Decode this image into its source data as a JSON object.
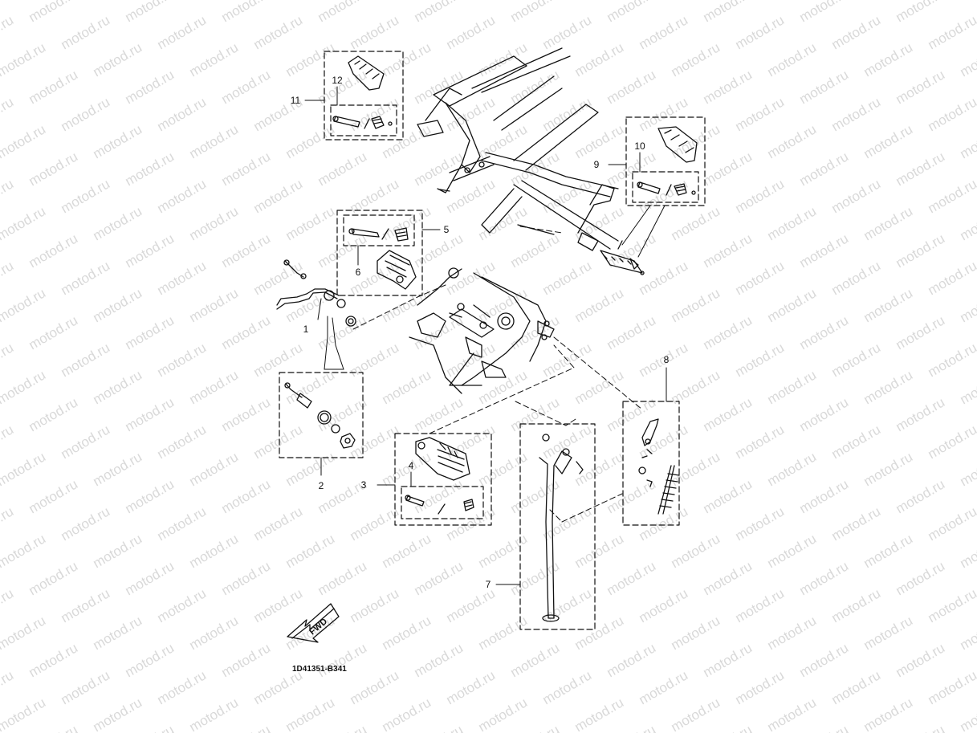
{
  "watermark": {
    "text": "motod.ru",
    "color": "#d9d9d9"
  },
  "callouts": {
    "c1": "1",
    "c2": "2",
    "c3": "3",
    "c4": "4",
    "c5": "5",
    "c6": "6",
    "c7": "7",
    "c8": "8",
    "c9": "9",
    "c10": "10",
    "c11": "11",
    "c12": "12"
  },
  "fwd_label": "FWD",
  "drawing_code": "1D41351-B341",
  "line_color": "#111111"
}
